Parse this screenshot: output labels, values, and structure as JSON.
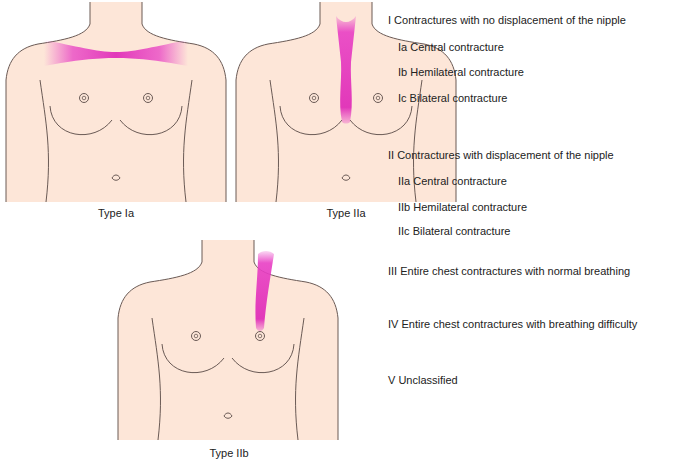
{
  "diagram": {
    "labels": [
      "Type Ia",
      "Type IIa",
      "Type IIb",
      "I Contractures with no displacement of the nipple",
      "Ia Central contracture",
      "Ib Hemilateral contracture",
      "Ic Bilateral contracture",
      "II Contractures with displacement of the nipple",
      "IIa Central contracture",
      "IIb Hemilateral contracture",
      "IIc Bilateral contracture",
      "III Entire chest contractures with normal breathing",
      "IV Entire chest contractures with breathing difficulty",
      "V Unclassified"
    ]
  }
}
